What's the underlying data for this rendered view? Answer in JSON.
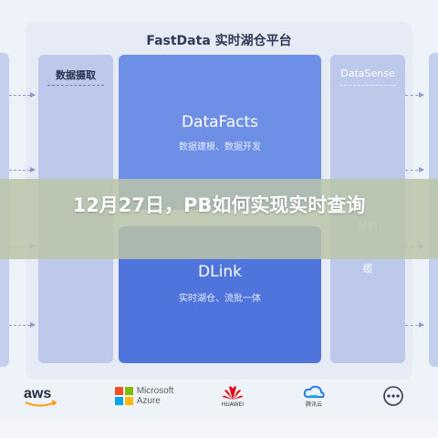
{
  "platform": {
    "title": "FastData 实时湖仓平台"
  },
  "left_box": {
    "title": "数据摄取"
  },
  "right_box": {
    "title": "DataSense",
    "label_1": "缆",
    "label_2": "分析"
  },
  "center_top": {
    "title": "DataFacts",
    "subtitle": "数据建模、数据开发"
  },
  "center_bottom": {
    "title": "DLink",
    "subtitle": "实时湖仓、流批一体"
  },
  "banner": {
    "text": "12月27日，PB如何实现实时查询"
  },
  "logos": {
    "aws": "aws",
    "microsoft_line1": "Microsoft",
    "microsoft_line2": "Azure",
    "huawei": "HUAWEI",
    "tencent": "腾讯云"
  },
  "colors": {
    "accent": "#4f74dc",
    "light_accent": "#6e8fe6",
    "side": "#bdc9ea",
    "banner": "#bac4a8"
  }
}
